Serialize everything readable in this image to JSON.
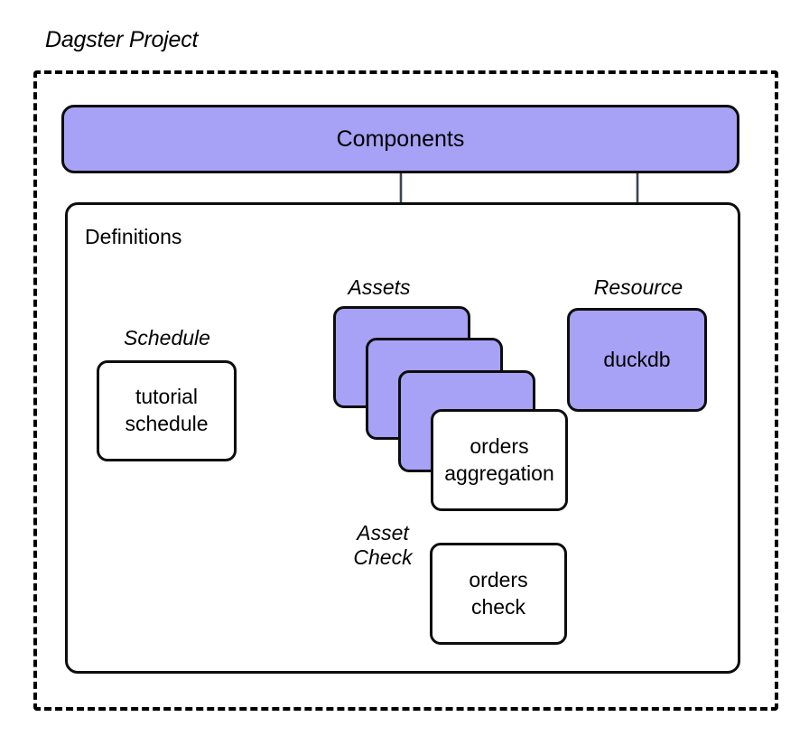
{
  "diagram": {
    "title": "Dagster Project",
    "type": "architecture-diagram"
  },
  "outer_container": {
    "label": "Dagster Project",
    "border_style": "dashed",
    "border_color": "#000000"
  },
  "components": {
    "label": "Components",
    "fill": "#a7a2f5"
  },
  "definitions": {
    "label": "Definitions",
    "fill": "#ffffff"
  },
  "schedule": {
    "group_label": "Schedule",
    "node_label_line1": "tutorial",
    "node_label_line2": "schedule",
    "fill": "#ffffff"
  },
  "assets": {
    "group_label": "Assets",
    "stack_count": 3,
    "stack_fill": "#a7a2f5",
    "front_node_label_line1": "orders",
    "front_node_label_line2": "aggregation",
    "front_node_fill": "#ffffff"
  },
  "asset_check": {
    "group_label_line1": "Asset",
    "group_label_line2": "Check",
    "node_label_line1": "orders",
    "node_label_line2": "check",
    "fill": "#ffffff"
  },
  "resource": {
    "group_label": "Resource",
    "node_label": "duckdb",
    "fill": "#a7a2f5"
  },
  "colors": {
    "purple_fill": "#a7a2f5",
    "stroke": "#0d0d0d",
    "arrow": "#3d4451",
    "dashed_link": "#2b3340",
    "background": "#ffffff"
  },
  "edges": [
    {
      "from": "components",
      "to": "assets",
      "style": "solid-arrow"
    },
    {
      "from": "components",
      "to": "resource",
      "style": "solid-arrow"
    },
    {
      "from": "schedule",
      "to": "assets",
      "style": "solid-arrow"
    },
    {
      "from": "asset-1",
      "to": "resource",
      "style": "dashed"
    },
    {
      "from": "asset-2",
      "to": "resource",
      "style": "dashed"
    },
    {
      "from": "asset-3",
      "to": "resource",
      "style": "dashed"
    },
    {
      "from": "orders-aggregation",
      "to": "resource",
      "style": "dashed"
    },
    {
      "from": "orders-aggregation",
      "to": "orders-check",
      "style": "dashed"
    },
    {
      "from": "resource",
      "to": "orders-check",
      "style": "dashed"
    }
  ]
}
